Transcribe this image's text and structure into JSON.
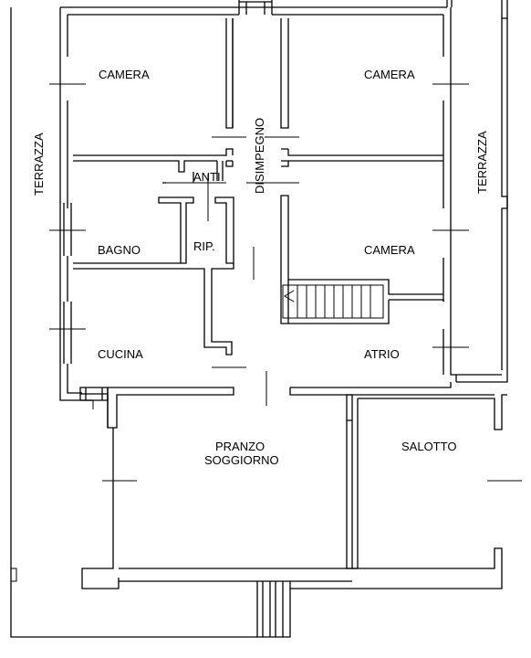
{
  "rooms": {
    "camera_top_left": "CAMERA",
    "camera_top_right": "CAMERA",
    "camera_mid_right": "CAMERA",
    "terrazza_left": "TERRAZZA",
    "terrazza_right": "TERRAZZA",
    "disimpegno": "DISIMPEGNO",
    "anti": "ANTI",
    "bagno": "BAGNO",
    "rip": "RIP.",
    "cucina": "CUCINA",
    "atrio": "ATRIO",
    "pranzo_line1": "PRANZO",
    "pranzo_line2": "SOGGIORNO",
    "salotto": "SALOTTO"
  }
}
